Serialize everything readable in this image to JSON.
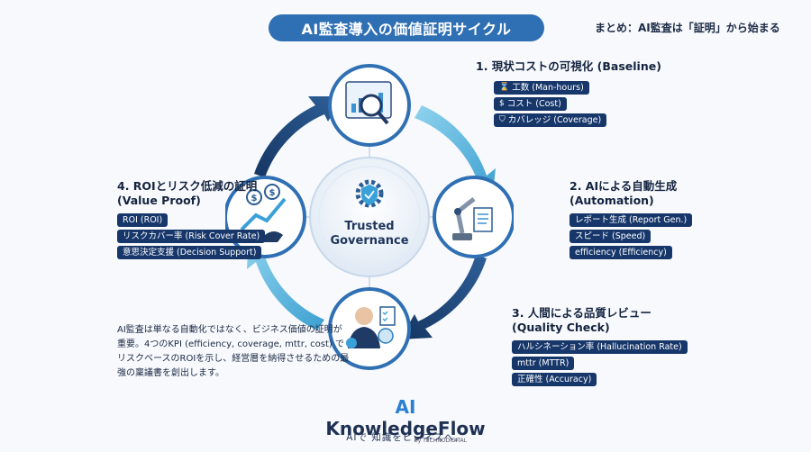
{
  "title": "AI監査導入の価値証明サイクル",
  "summary": "まとめ：AI監査は「証明」から始まる",
  "center": {
    "line1": "Trusted",
    "line2": "Governance"
  },
  "stages": {
    "baseline": {
      "title": "1. 現状コストの可視化 (Baseline)",
      "tags": [
        {
          "icon": "hourglass-icon",
          "glyph": "⌛",
          "label": "工数 (Man-hours)"
        },
        {
          "icon": "coin-icon",
          "glyph": "$",
          "label": "コスト (Cost)"
        },
        {
          "icon": "shield-icon",
          "glyph": "⛉",
          "label": "カバレッジ (Coverage)"
        }
      ]
    },
    "automation": {
      "title": "2. AIによる自動生成",
      "subtitle": "(Automation)",
      "tags": [
        {
          "label": "レポート生成 (Report Gen.)"
        },
        {
          "label": "スピード (Speed)"
        },
        {
          "label": "efficiency (Efficiency)"
        }
      ]
    },
    "quality": {
      "title": "3. 人間による品質レビュー",
      "subtitle": "(Quality Check)",
      "tags": [
        {
          "label": "ハルシネーション率 (Hallucination Rate)"
        },
        {
          "label": "mttr (MTTR)"
        },
        {
          "label": "正確性 (Accuracy)"
        }
      ]
    },
    "value": {
      "title": "4. ROIとリスク低減の証明",
      "subtitle": "(Value Proof)",
      "tags": [
        {
          "label": "ROI (ROI)"
        },
        {
          "label": "リスクカバー率 (Risk Cover Rate)"
        },
        {
          "label": "意思決定支援 (Decision Support)"
        }
      ]
    }
  },
  "description": "AI監査は単なる自動化ではなく、ビジネス価値の証明が重要。4つのKPI (efficiency, coverage, mttr, cost) でリスクベースのROIを示し、経営層を納得させるための最強の稟議書を創出します。",
  "brand": {
    "ai": "AI",
    "name": " KnowledgeFlow",
    "by": "by TECHNODIGITAL",
    "tagline": "AIで 知識をビジネスへ。"
  },
  "colors": {
    "primary": "#2f6fb3",
    "navy": "#17376b",
    "arrow_dark": "#1b3f70",
    "arrow_light": "#5fb8e0"
  }
}
